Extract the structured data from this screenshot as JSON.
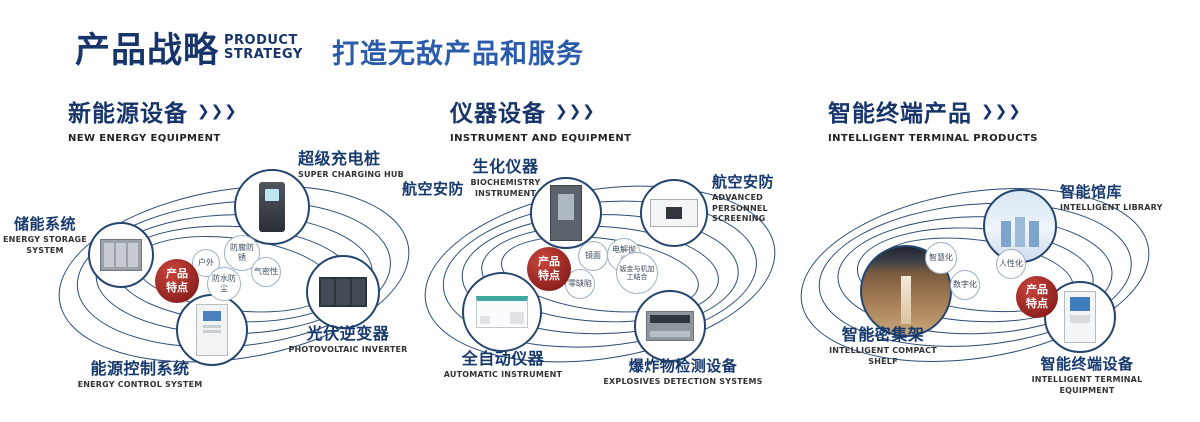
{
  "ui": {
    "arrow_glyph": "❯❯❯",
    "navy": "#17356b",
    "blue": "#2b5bab",
    "red": "#8c1f1d"
  },
  "header": {
    "title_cn": "产品战略",
    "title_en_line1": "PRODUCT",
    "title_en_line2": "STRATEGY",
    "slogan": "打造无敌产品和服务"
  },
  "sections": [
    {
      "title_cn": "新能源设备",
      "title_en": "NEW ENERGY EQUIPMENT",
      "center_label": "产品特点",
      "features": [
        "户外",
        "防腐防锈",
        "气密性",
        "防水防尘"
      ],
      "products": [
        {
          "name_cn": "超级充电桩",
          "name_en": "SUPER CHARGING HUB"
        },
        {
          "name_cn": "储能系统",
          "name_en": "ENERGY STORAGE SYSTEM"
        },
        {
          "name_cn": "光伏逆变器",
          "name_en": "PHOTOVOLTAIC INVERTER"
        },
        {
          "name_cn": "能源控制系统",
          "name_en": "ENERGY CONTROL SYSTEM"
        }
      ]
    },
    {
      "title_cn": "仪器设备",
      "title_en": "INSTRUMENT AND EQUIPMENT",
      "side_label": "航空安防",
      "center_label": "产品特点",
      "features": [
        "镜面",
        "电解抛光",
        "零缺陷",
        "钣金与机加工结合"
      ],
      "products": [
        {
          "name_cn": "生化仪器",
          "name_en": "BIOCHEMISTRY INSTRUMENT"
        },
        {
          "name_cn": "航空安防",
          "name_en": "ADVANCED PERSONNEL SCREENING"
        },
        {
          "name_cn": "全自动仪器",
          "name_en": "AUTOMATIC INSTRUMENT"
        },
        {
          "name_cn": "爆炸物检测设备",
          "name_en": "EXPLOSIVES DETECTION SYSTEMS"
        }
      ]
    },
    {
      "title_cn": "智能终端产品",
      "title_en": "INTELLIGENT TERMINAL PRODUCTS",
      "center_label": "产品特点",
      "features": [
        "智慧化",
        "人性化",
        "数字化"
      ],
      "products": [
        {
          "name_cn": "智能馆库",
          "name_en": "INTELLIGENT LIBRARY"
        },
        {
          "name_cn": "智能密集架",
          "name_en": "INTELLIGENT COMPACT SHELF"
        },
        {
          "name_cn": "智能终端设备",
          "name_en": "INTELLIGENT TERMINAL EQUIPMENT"
        }
      ]
    }
  ]
}
